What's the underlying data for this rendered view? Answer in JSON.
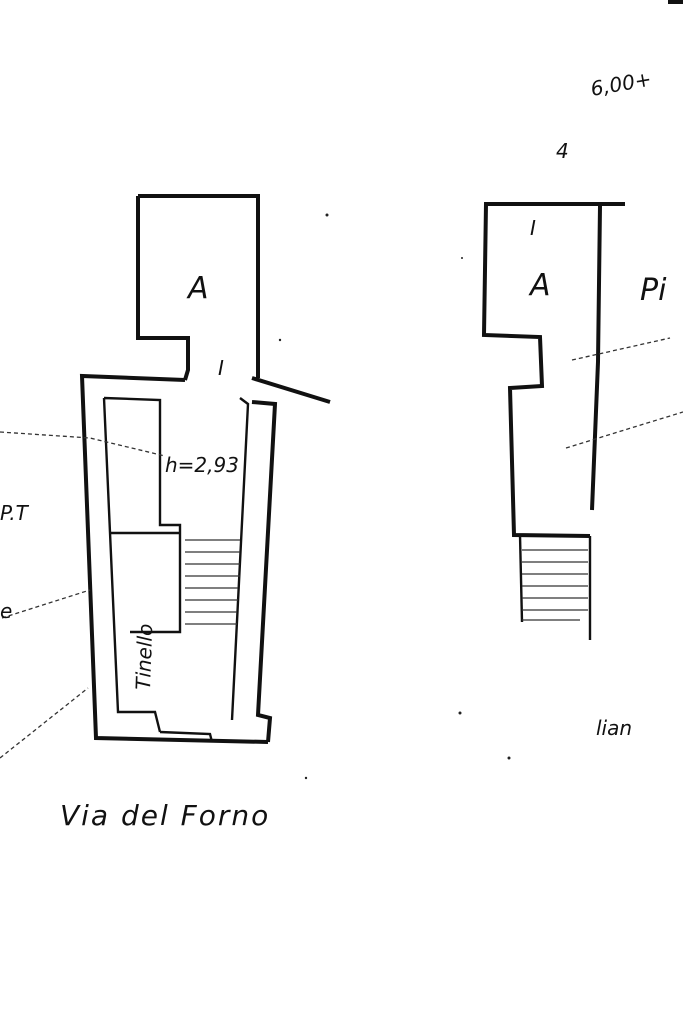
{
  "drawing": {
    "left_plan": {
      "room_label": "A",
      "door_mark": "I",
      "height_note": "h=2,93",
      "room_name": "Tinello",
      "edge_text_1": "P.T",
      "edge_text_2": "e"
    },
    "right_plan": {
      "room_label": "A",
      "door_mark": "I",
      "edge_text": "Pi",
      "bottom_text": "lian"
    },
    "top_right_text": "6,00+",
    "top_mark": "4",
    "street_name": "Via del Forno"
  }
}
